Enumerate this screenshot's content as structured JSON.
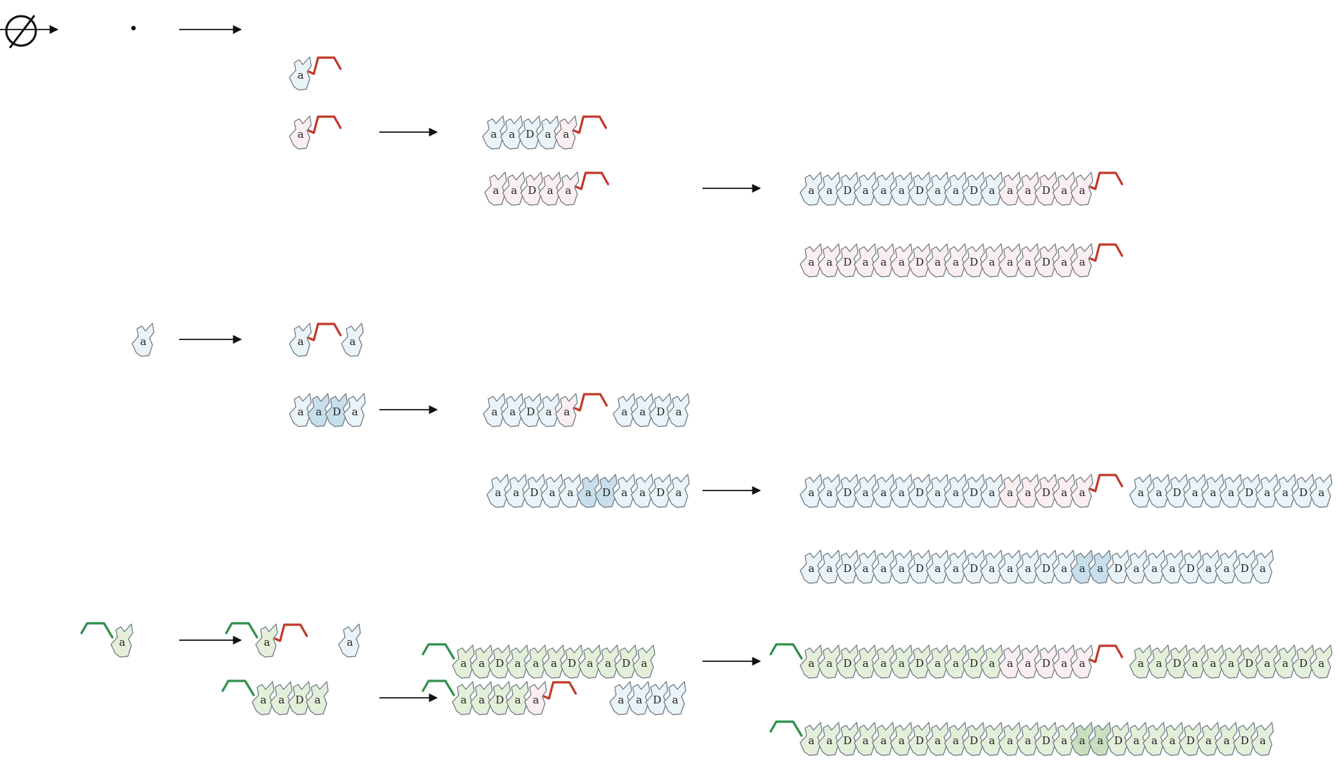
{
  "symbols": {
    "empty_set": "∅"
  },
  "colors": {
    "light_blue": "#eaf3f8",
    "blue": "#c7dfec",
    "light_pink": "#fbeef0",
    "light_green": "#e4efd9",
    "green": "#c9dfbf",
    "red_linker": "#c0392b",
    "green_linker": "#2f8f4a",
    "arrow": "#111111"
  },
  "tile_letters": {
    "a": "a",
    "D": "D"
  },
  "rows": [
    {
      "name": "row-empty-start",
      "items": [
        {
          "kind": "empty"
        },
        {
          "kind": "arrow"
        },
        {
          "kind": "chain",
          "tiles": "",
          "start": "dot"
        },
        {
          "kind": "arrow"
        }
      ]
    },
    {
      "name": "row-gen1-blue-seed",
      "items": [
        {
          "kind": "chain",
          "tiles": "a",
          "colors": "b",
          "end": "red"
        }
      ]
    },
    {
      "name": "row-gen1-pink-seed",
      "items": [
        {
          "kind": "chain",
          "tiles": "a",
          "colors": "p",
          "end": "red"
        },
        {
          "kind": "arrow"
        },
        {
          "kind": "chain",
          "tiles": "aaDaa",
          "colors": "bbbbp",
          "end": "red"
        }
      ]
    },
    {
      "name": "row-gen2-pink",
      "items": [
        {
          "kind": "chain",
          "tiles": "aaDaa",
          "colors": "ppppp",
          "end": "red"
        },
        {
          "kind": "arrow"
        },
        {
          "kind": "chain",
          "tiles": "aaDaaaDaaDaaaDaa",
          "colors": "bbbbbbbbbbbppppp",
          "end": "red"
        }
      ]
    },
    {
      "name": "row-gen3-pink",
      "items": [
        {
          "kind": "chain",
          "tiles": "aaDaaaDaaDaaaDaa",
          "colors": "pppppppppppppppp",
          "end": "red"
        }
      ]
    },
    {
      "name": "row-single-a",
      "items": [
        {
          "kind": "chain",
          "tiles": "a",
          "colors": "b"
        },
        {
          "kind": "arrow"
        },
        {
          "kind": "chain",
          "tiles": "a",
          "colors": "b",
          "end": "red"
        },
        {
          "kind": "chain",
          "tiles": "a",
          "colors": "b"
        }
      ]
    },
    {
      "name": "row-single-a-gen1",
      "items": [
        {
          "kind": "chain",
          "tiles": "aaDa",
          "colors": "bBBb"
        },
        {
          "kind": "arrow"
        },
        {
          "kind": "chain",
          "tiles": "aaDaa",
          "colors": "bbbbp",
          "end": "red"
        },
        {
          "kind": "chain",
          "tiles": "aaDa",
          "colors": "bbbb"
        }
      ]
    },
    {
      "name": "row-single-a-gen2",
      "items": [
        {
          "kind": "chain",
          "tiles": "aaDaaaDaaDa",
          "colors": "bbbbbBBbbbb"
        },
        {
          "kind": "arrow"
        },
        {
          "kind": "chain",
          "tiles": "aaDaaaDaaDaaaDaa",
          "colors": "bbbbbbbbbbbppppp",
          "end": "red"
        },
        {
          "kind": "chain",
          "tiles": "aaDaaaDaaDa",
          "colors": "bbbbbbbbbbb"
        }
      ]
    },
    {
      "name": "row-single-a-gen3",
      "items": [
        {
          "kind": "chain",
          "tiles": "aaDaaaDaaDaaaDaaaDaaaDaaDa",
          "colors": "bbbbbbbbbbbbbbbBBbbbbbbbbb"
        }
      ]
    },
    {
      "name": "row-green-start",
      "items": [
        {
          "kind": "chain",
          "tiles": "a",
          "colors": "g",
          "start": "green"
        },
        {
          "kind": "arrow"
        },
        {
          "kind": "chain",
          "tiles": "a",
          "colors": "g",
          "start": "green",
          "end": "red"
        },
        {
          "kind": "chain",
          "tiles": "a",
          "colors": "b"
        }
      ]
    },
    {
      "name": "row-green-gen1",
      "items": [
        {
          "kind": "chain",
          "tiles": "aaDa",
          "colors": "gggg",
          "start": "green"
        },
        {
          "kind": "arrow"
        },
        {
          "kind": "chain",
          "tiles": "aaDaa",
          "colors": "ggggp",
          "start": "green",
          "end": "red"
        },
        {
          "kind": "chain",
          "tiles": "aaDa",
          "colors": "bbbb"
        }
      ]
    },
    {
      "name": "row-green-gen2",
      "items": [
        {
          "kind": "chain",
          "tiles": "aaDaaaDaaDa",
          "colors": "ggggggggggg",
          "start": "green"
        },
        {
          "kind": "arrow"
        },
        {
          "kind": "chain",
          "tiles": "aaDaaaDaaDaaaDaa",
          "colors": "gggggggggggppppp",
          "start": "green",
          "end": "red"
        },
        {
          "kind": "chain",
          "tiles": "aaDaaaDaaDa",
          "colors": "ggggggggggg"
        }
      ]
    },
    {
      "name": "row-green-gen3",
      "items": [
        {
          "kind": "chain",
          "tiles": "aaDaaaDaaDaaaDaaaDaaaDaaDa",
          "colors": "gggggggggggggggGGggggggggg",
          "start": "green"
        }
      ]
    }
  ]
}
